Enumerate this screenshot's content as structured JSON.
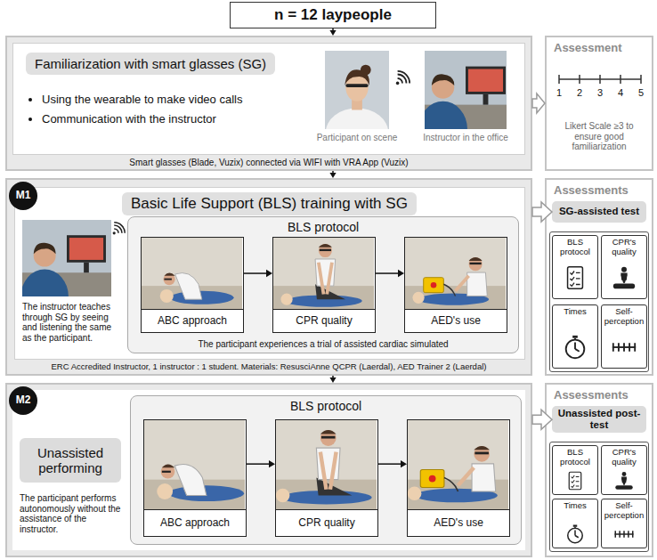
{
  "diagram": {
    "nodes": [
      {
        "text": [
          "n = 12 laypeople"
        ]
      },
      {
        "text": [
          "Smart glasses (Blade, Vuzix) connected via WIFI with VRA App (Vuzix)"
        ]
      },
      {
        "text": [
          "Familiarization with smart glasses (SG)",
          "Using the wearable to make video calls",
          "Communication with the instructor",
          "Participant on scene",
          "Instructor in the office"
        ],
        "in": 1
      },
      {
        "text": [
          "Assessment",
          "Likert Scale ≥3 to ensure good familiarization"
        ]
      },
      {
        "text": [
          "ERC Accredited Instructor, 1 instructor : 1 student. Materials: ResusciAnne QCPR (Laerdal), AED Trainer 2 (Laerdal)"
        ]
      },
      {
        "text": [
          "M1"
        ],
        "in": 4
      },
      {
        "text": [
          "Basic Life Support (BLS) training with SG",
          "The instructor teaches through SG by seeing and listening the same as the participant."
        ],
        "in": 4
      },
      {
        "text": [
          "BLS protocol",
          "The participant experiences a trial of assisted cardiac simulated"
        ],
        "in": 6
      },
      {
        "text": [
          "ABC approach"
        ],
        "in": 7
      },
      {
        "text": [
          "CPR quality"
        ],
        "in": 7
      },
      {
        "text": [
          "AED's use"
        ],
        "in": 7
      },
      {
        "text": [
          "Assessments"
        ]
      },
      {
        "text": [
          "SG-assisted test"
        ],
        "in": 11
      },
      {
        "text": [
          "BLS protocol"
        ],
        "in": 11
      },
      {
        "text": [
          "CPR's quality"
        ],
        "in": 11
      },
      {
        "text": [
          "Times"
        ],
        "in": 11
      },
      {
        "text": [
          "Self-perception"
        ],
        "in": 11
      },
      {
        "text": [
          "The participant performs autonomously without the assistance of the instructor."
        ]
      },
      {
        "text": [
          "M2"
        ],
        "in": 17
      },
      {
        "text": [
          "Unassisted performing"
        ],
        "in": 17
      },
      {
        "text": [
          "BLS protocol"
        ],
        "in": 17
      },
      {
        "text": [
          "ABC approach"
        ],
        "in": 20
      },
      {
        "text": [
          "CPR quality"
        ],
        "in": 20
      },
      {
        "text": [
          "AED's use"
        ],
        "in": 20
      },
      {
        "text": [
          "Assessments"
        ]
      },
      {
        "text": [
          "Unassisted post-test"
        ],
        "in": 24
      },
      {
        "text": [
          "BLS protocol"
        ],
        "in": 24
      },
      {
        "text": [
          "CPR's quality"
        ],
        "in": 24
      },
      {
        "text": [
          "Times"
        ],
        "in": 24
      },
      {
        "text": [
          "Self-perception"
        ],
        "in": 24
      }
    ],
    "edges": [
      {
        "from": 0,
        "to": 1,
        "arrow": "to"
      },
      {
        "from": 1,
        "to": 3,
        "arrow": "to"
      },
      {
        "from": 1,
        "to": 4,
        "arrow": "to"
      },
      {
        "from": 4,
        "to": 12,
        "arrow": "to"
      },
      {
        "from": 4,
        "to": 17,
        "arrow": "to"
      },
      {
        "from": 17,
        "to": 25,
        "arrow": "to"
      },
      {
        "from": 8,
        "to": 9,
        "arrow": "to"
      },
      {
        "from": 9,
        "to": 10,
        "arrow": "to"
      },
      {
        "from": 21,
        "to": 22,
        "arrow": "to"
      },
      {
        "from": 22,
        "to": 23,
        "arrow": "to"
      }
    ],
    "labels": [
      "1",
      "2",
      "3",
      "4",
      "5"
    ]
  }
}
